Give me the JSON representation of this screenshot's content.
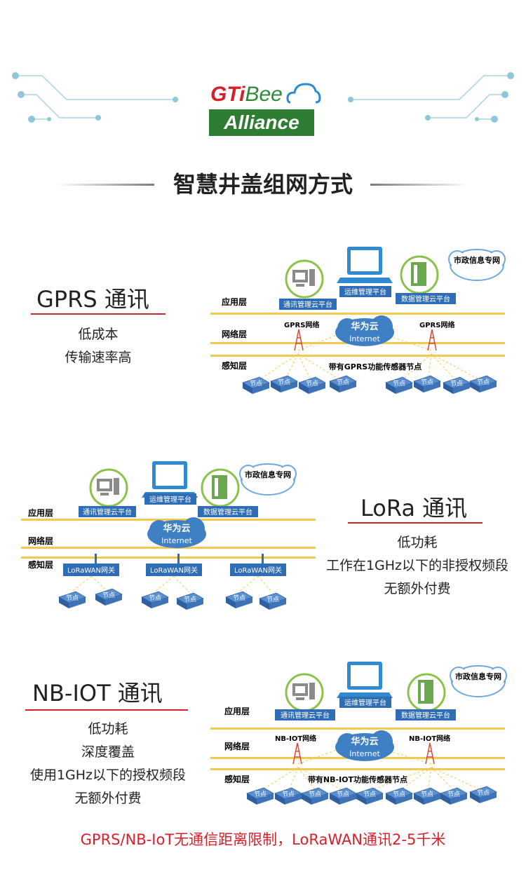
{
  "logo": {
    "brand_left": "GTi",
    "brand_right": "Bee",
    "sub": "Alliance"
  },
  "section_title": "智慧井盖组网方式",
  "gprs": {
    "title": "GPRS 通讯",
    "features": [
      "低成本",
      "传输速率高"
    ],
    "layers": [
      "应用层",
      "网络层",
      "感知层"
    ],
    "platforms": [
      "通讯管理云平台",
      "运维管理平台",
      "数据管理云平台"
    ],
    "cloud_bubble": "市政信息专网",
    "cloud_name": "华为云",
    "cloud_sub": "Internet",
    "tower_left": "GPRS网络",
    "tower_right": "GPRS网络",
    "sensor_label": "带有GPRS功能传感器节点",
    "node": "节点"
  },
  "lora": {
    "title": "LoRa 通讯",
    "features": [
      "低功耗",
      "工作在1GHz以下的非授权频段",
      "无额外付费"
    ],
    "layers": [
      "应用层",
      "网络层",
      "感知层"
    ],
    "platforms": [
      "通讯管理云平台",
      "运维管理平台",
      "数据管理云平台"
    ],
    "cloud_bubble": "市政信息专网",
    "cloud_name": "华为云",
    "cloud_sub": "Internet",
    "gateway": "LoRaWAN网关",
    "node": "节点"
  },
  "nbiot": {
    "title": "NB-IOT 通讯",
    "features": [
      "低功耗",
      "深度覆盖",
      "使用1GHz以下的授权频段",
      "无额外付费"
    ],
    "layers": [
      "应用层",
      "网络层",
      "感知层"
    ],
    "platforms": [
      "通讯管理云平台",
      "运维管理平台",
      "数据管理云平台"
    ],
    "cloud_bubble": "市政信息专网",
    "cloud_name": "华为云",
    "cloud_sub": "Internet",
    "tower_left": "NB-IOT网络",
    "tower_right": "NB-IOT网络",
    "sensor_label": "带有NB-IOT功能传感器节点",
    "node": "节点"
  },
  "footer": "GPRS/NB-IoT无通信距离限制，LoRaWAN通讯2-5千米",
  "colors": {
    "accent_red": "#d8202a",
    "brand_green": "#2e7d32",
    "label_blue": "#2f6db5",
    "layer_yellow": "#f2c94c",
    "circuit": "#8fc7d9"
  }
}
